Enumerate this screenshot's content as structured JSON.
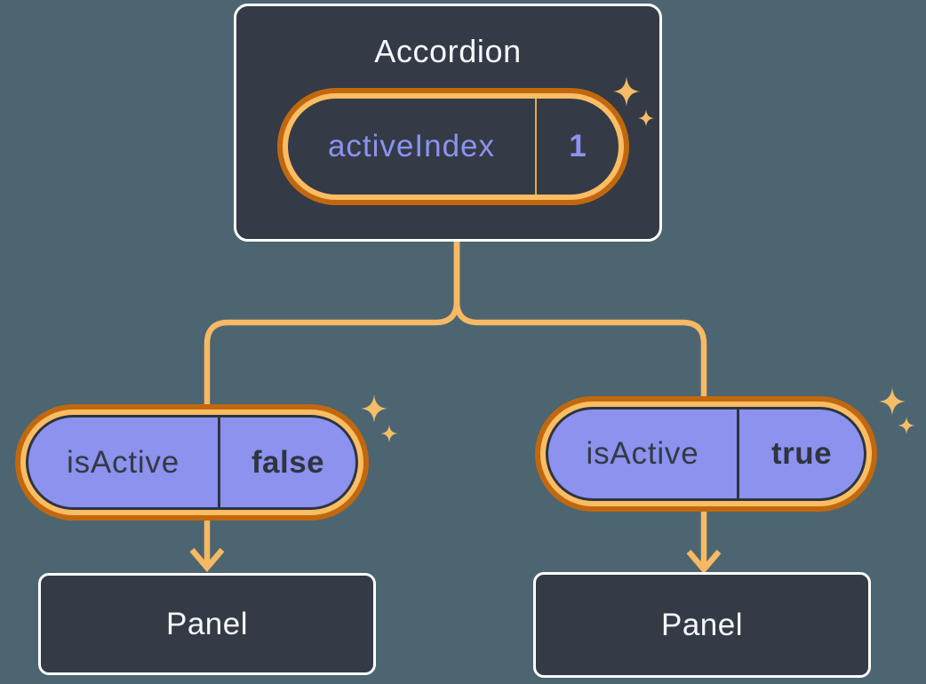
{
  "accordion": {
    "title": "Accordion",
    "state": {
      "name": "activeIndex",
      "value": "1"
    }
  },
  "children": [
    {
      "prop_name": "isActive",
      "prop_value": "false",
      "panel_label": "Panel"
    },
    {
      "prop_name": "isActive",
      "prop_value": "true",
      "panel_label": "Panel"
    }
  ],
  "icons": {
    "sparkle": "four-point sparkle star (decorative, marks updated values)"
  },
  "colors": {
    "background": "#4C6570",
    "box_fill": "#343A46",
    "box_border": "#FFFFFF",
    "ring_outer_orange": "#C1680F",
    "ring_inner_orange": "#FBBD63",
    "connector_orange": "#F7B964",
    "sparkle_orange": "#F5BD68",
    "prop_pill_fill": "#8C92EE",
    "state_text_purple": "#8B93EE",
    "dark_text": "#2E3440",
    "light_text": "#F6F7F9"
  }
}
